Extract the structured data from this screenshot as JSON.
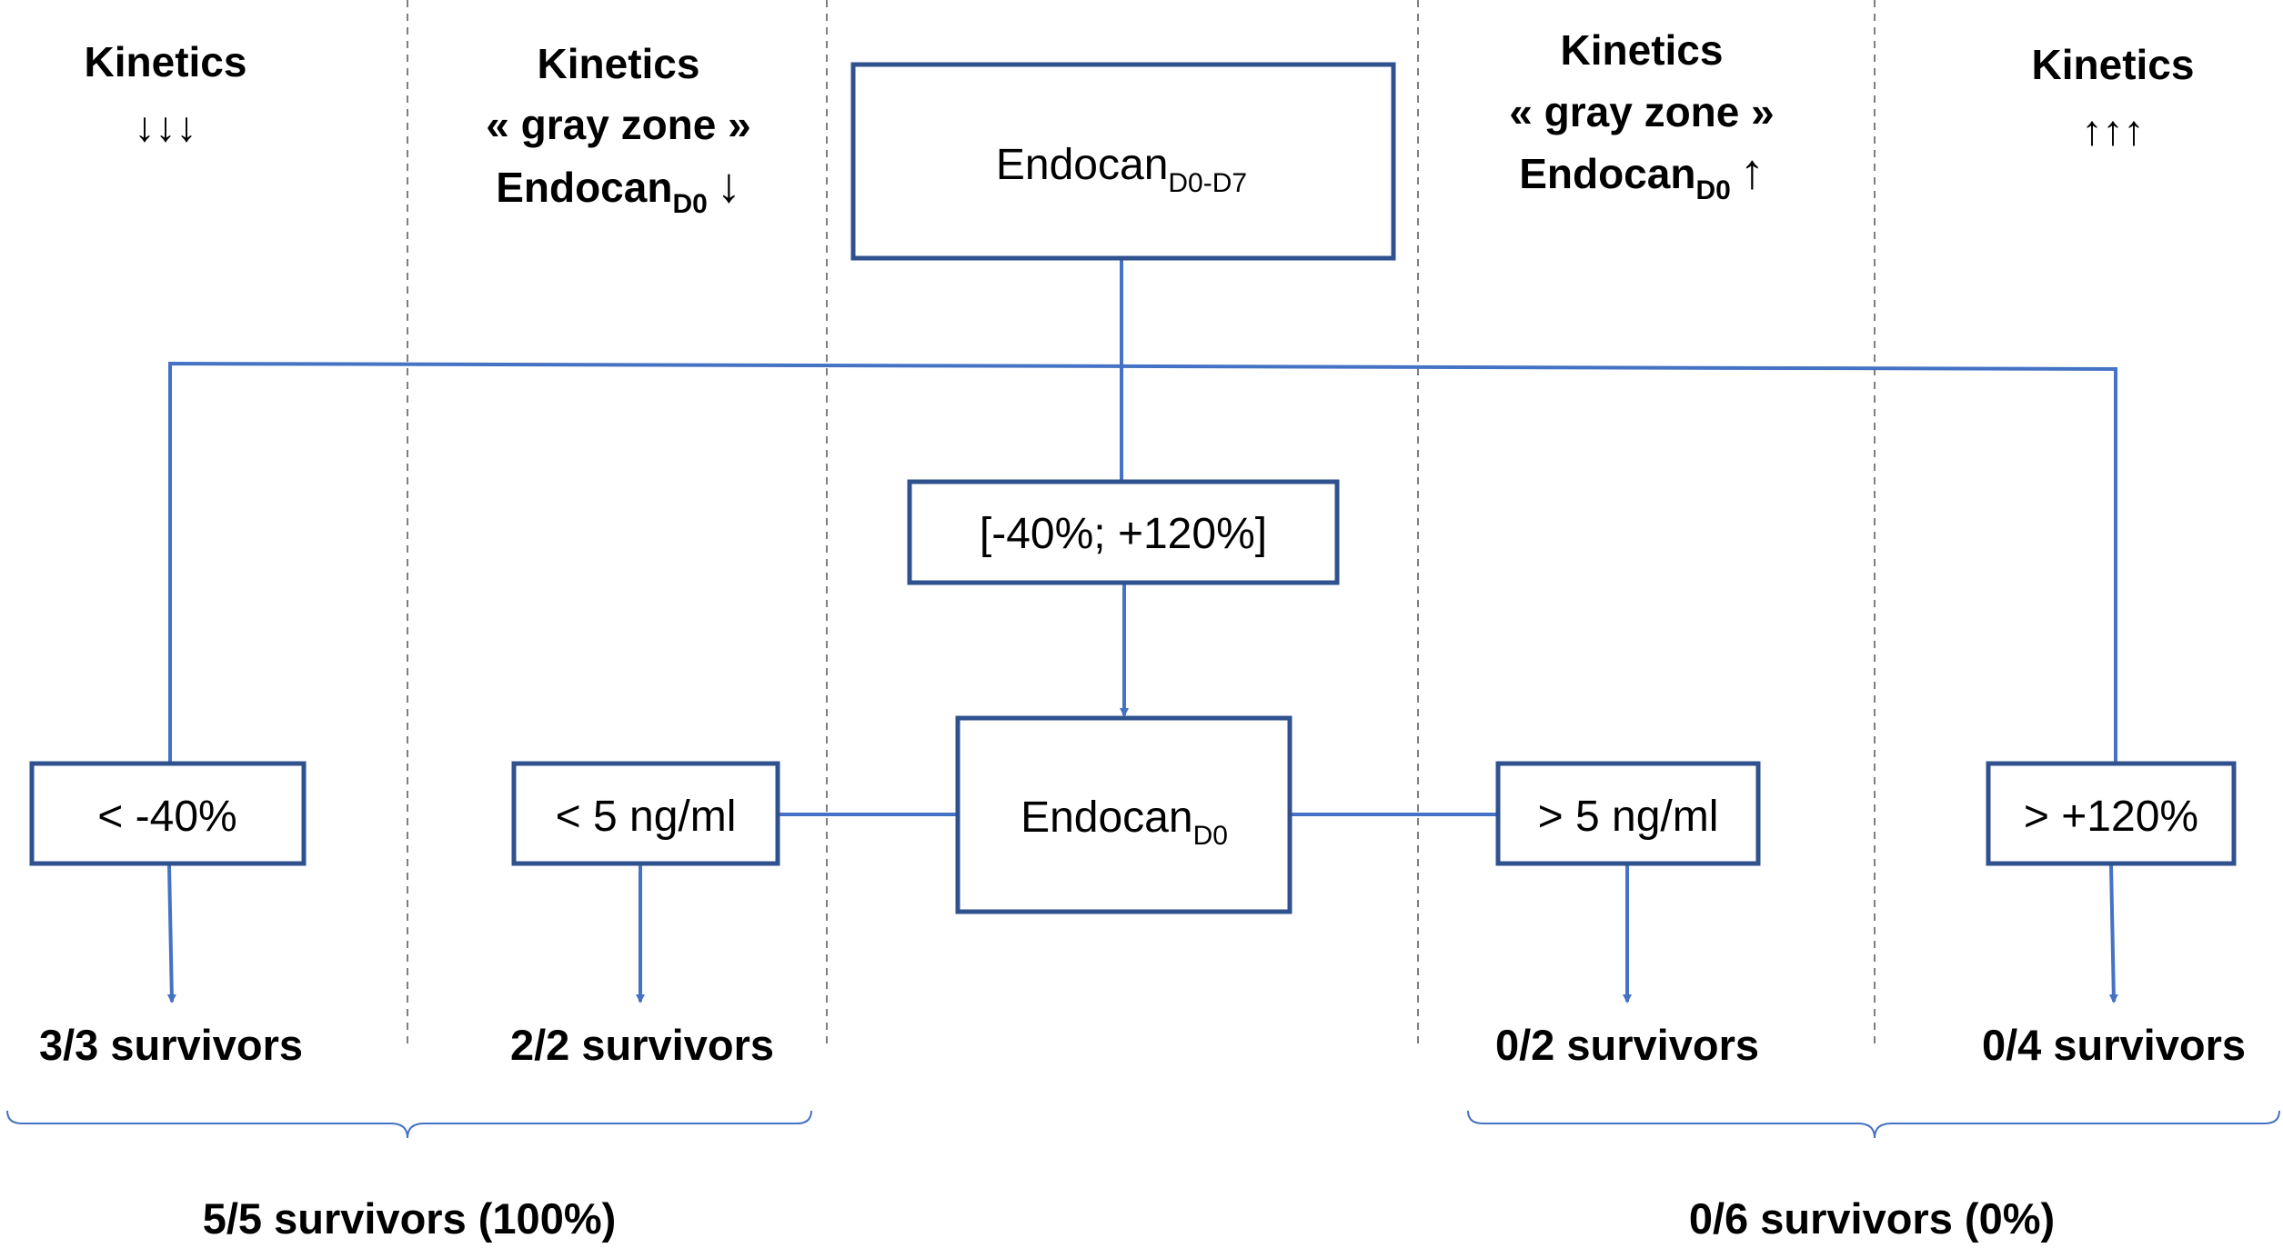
{
  "colors": {
    "line": "#4472C4",
    "box_border": "#2F528F",
    "divider": "#7F7F7F",
    "text": "#000000"
  },
  "headers": {
    "col1": {
      "line1": "Kinetics",
      "line2": "↓↓↓"
    },
    "col2": {
      "line1": "Kinetics",
      "line2": "« gray zone »",
      "line3_main": "Endocan",
      "line3_sub": "D0",
      "line3_arrow": "↓"
    },
    "col4": {
      "line1": "Kinetics",
      "line2": "« gray zone »",
      "line3_main": "Endocan",
      "line3_sub": "D0",
      "line3_arrow": "↑"
    },
    "col5": {
      "line1": "Kinetics",
      "line2": "↑↑↑"
    }
  },
  "boxes": {
    "top": {
      "main": "Endocan",
      "sub": "D0-D7"
    },
    "range": "[-40%; +120%]",
    "center": {
      "main": "Endocan",
      "sub": "D0"
    },
    "lt40": "< -40%",
    "lt5": "< 5 ng/ml",
    "gt5": "> 5 ng/ml",
    "gt120": "> +120%"
  },
  "survivors": {
    "col1": "3/3 survivors",
    "col2": "2/2 survivors",
    "col4": "0/2 survivors",
    "col5": "0/4 survivors"
  },
  "totals": {
    "left": "5/5 survivors (100%)",
    "right": "0/6 survivors (0%)"
  }
}
